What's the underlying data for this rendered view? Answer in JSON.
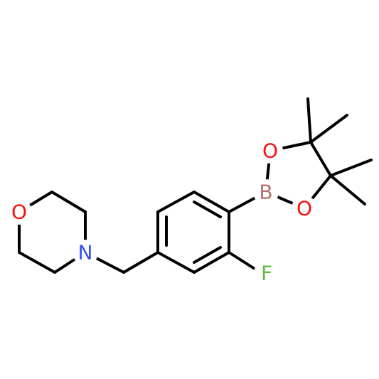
{
  "molecule": {
    "atoms": {
      "O_morpholine": {
        "label": "O",
        "color": "#ff0d0d"
      },
      "N_morpholine": {
        "label": "N",
        "color": "#3050f8"
      },
      "F": {
        "label": "F",
        "color": "#5cbc3a"
      },
      "B": {
        "label": "B",
        "color": "#b07070"
      },
      "O_upper": {
        "label": "O",
        "color": "#ff0d0d"
      },
      "O_lower": {
        "label": "O",
        "color": "#ff0d0d"
      }
    },
    "bond_color": "#000000"
  }
}
